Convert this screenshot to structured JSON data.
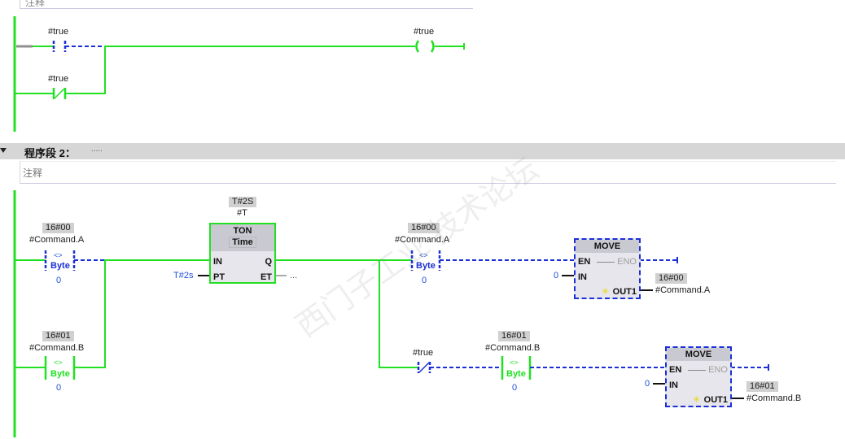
{
  "network1": {
    "comment_label": "注释",
    "contact_no_label": "#true",
    "contact_nc_label": "#true",
    "coil_label": "#true"
  },
  "network2": {
    "header_title": "程序段 2：",
    "header_comment": ".....",
    "comment_label": "注释",
    "cmp_a": {
      "value": "16#00",
      "operand": "#Command.A",
      "op": "<>",
      "type": "Byte",
      "compare_value": "0"
    },
    "cmp_b": {
      "value": "16#01",
      "operand": "#Command.B",
      "op": "<>",
      "type": "Byte",
      "compare_value": "0"
    },
    "timer": {
      "value": "T#2S",
      "instance": "#T",
      "type": "TON",
      "subtype": "Time",
      "pin_in": "IN",
      "pin_pt": "PT",
      "pin_q": "Q",
      "pin_et": "ET",
      "pt_value": "T#2s",
      "et_value": "..."
    },
    "cmp_a2": {
      "value": "16#00",
      "operand": "#Command.A",
      "op": "<>",
      "type": "Byte",
      "compare_value": "0"
    },
    "move_a": {
      "title": "MOVE",
      "en": "EN",
      "eno": "ENO",
      "in": "IN",
      "out": "OUT1",
      "in_value": "0",
      "out_value": "16#00",
      "out_operand": "#Command.A"
    },
    "nc_true_label": "#true",
    "cmp_b2": {
      "value": "16#01",
      "operand": "#Command.B",
      "op": "<>",
      "type": "Byte",
      "compare_value": "0"
    },
    "move_b": {
      "title": "MOVE",
      "en": "EN",
      "eno": "ENO",
      "in": "IN",
      "out": "OUT1",
      "in_value": "0",
      "out_value": "16#01",
      "out_operand": "#Command.B"
    }
  },
  "watermark": "西门子工业 技术论坛",
  "colors": {
    "powered": "#22e022",
    "unpowered": "#1a2fd6",
    "box_fill": "#e6e6ec"
  }
}
